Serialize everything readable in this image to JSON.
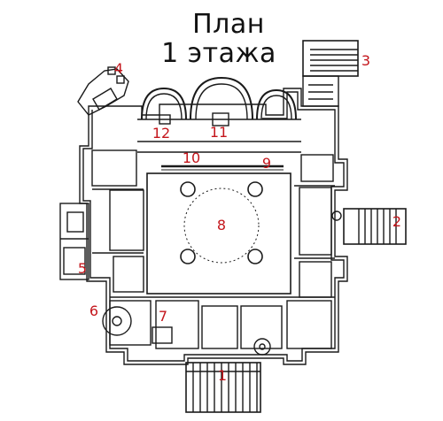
{
  "title": {
    "line1": "План",
    "line2": "1 этажа"
  },
  "labels": {
    "l1": "1",
    "l2": "2",
    "l3": "3",
    "l4": "4",
    "l5": "5",
    "l6": "6",
    "l7": "7",
    "l8": "8",
    "l9": "9",
    "l10": "10",
    "l11": "11",
    "l12": "12"
  },
  "colors": {
    "wall": "#1a1a1a",
    "fill": "#ffffff",
    "label": "#c4161c",
    "hatch": "#555555"
  }
}
